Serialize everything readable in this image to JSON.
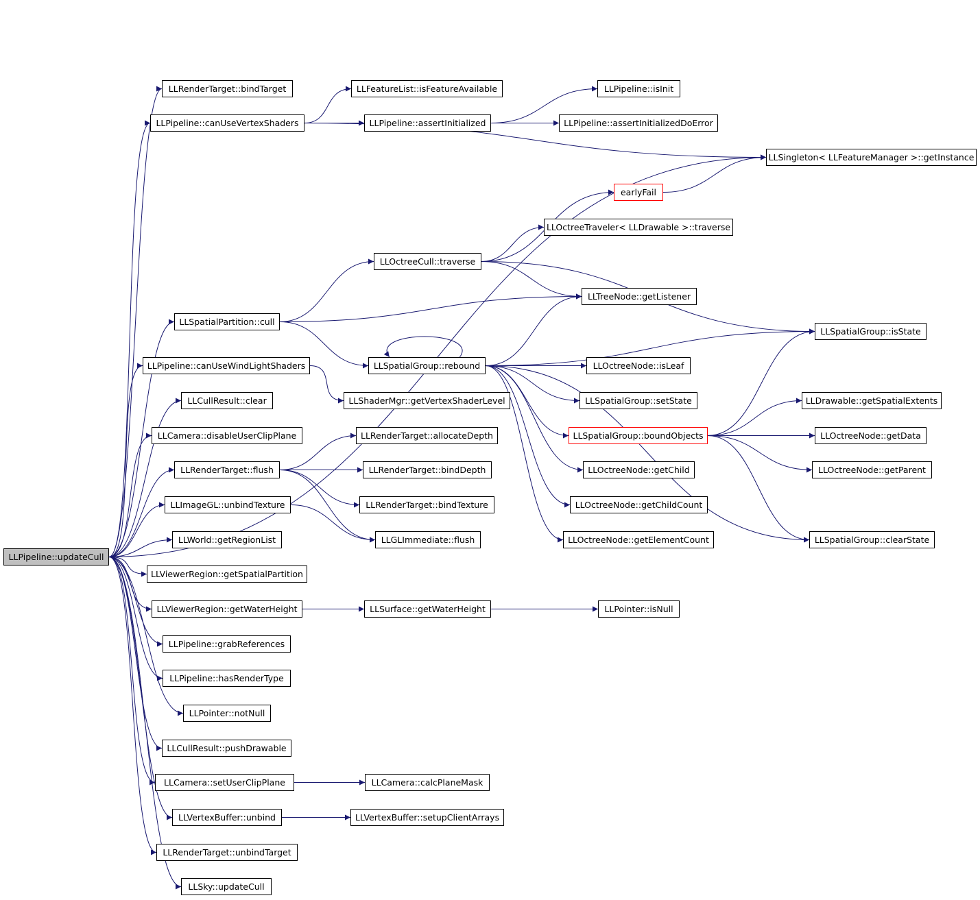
{
  "nodes": [
    {
      "id": "updateCull",
      "label": "LLPipeline::updateCull",
      "style": "root"
    },
    {
      "id": "bindTarget",
      "label": "LLRenderTarget::bindTarget"
    },
    {
      "id": "canUseVS",
      "label": "LLPipeline::canUseVertexShaders"
    },
    {
      "id": "isFeatAvail",
      "label": "LLFeatureList::isFeatureAvailable"
    },
    {
      "id": "isInit",
      "label": "LLPipeline::isInit"
    },
    {
      "id": "assertInit",
      "label": "LLPipeline::assertInitialized"
    },
    {
      "id": "assertInitErr",
      "label": "LLPipeline::assertInitializedDoError"
    },
    {
      "id": "getInstance",
      "label": "LLSingleton< LLFeatureManager >::getInstance"
    },
    {
      "id": "earlyFail",
      "label": "earlyFail",
      "style": "red"
    },
    {
      "id": "octTravTraverse",
      "label": "LLOctreeTraveler< LLDrawable >::traverse"
    },
    {
      "id": "octCullTraverse",
      "label": "LLOctreeCull::traverse"
    },
    {
      "id": "getListener",
      "label": "LLTreeNode::getListener"
    },
    {
      "id": "spCull",
      "label": "LLSpatialPartition::cull"
    },
    {
      "id": "isState",
      "label": "LLSpatialGroup::isState"
    },
    {
      "id": "canUseWL",
      "label": "LLPipeline::canUseWindLightShaders"
    },
    {
      "id": "rebound",
      "label": "LLSpatialGroup::rebound"
    },
    {
      "id": "isLeaf",
      "label": "LLOctreeNode::isLeaf"
    },
    {
      "id": "cullClear",
      "label": "LLCullResult::clear"
    },
    {
      "id": "getVSLevel",
      "label": "LLShaderMgr::getVertexShaderLevel"
    },
    {
      "id": "setState",
      "label": "LLSpatialGroup::setState"
    },
    {
      "id": "getSpatialExtents",
      "label": "LLDrawable::getSpatialExtents"
    },
    {
      "id": "disableClip",
      "label": "LLCamera::disableUserClipPlane"
    },
    {
      "id": "allocDepth",
      "label": "LLRenderTarget::allocateDepth"
    },
    {
      "id": "boundObjects",
      "label": "LLSpatialGroup::boundObjects",
      "style": "red"
    },
    {
      "id": "getData",
      "label": "LLOctreeNode::getData"
    },
    {
      "id": "rtFlush",
      "label": "LLRenderTarget::flush"
    },
    {
      "id": "bindDepth",
      "label": "LLRenderTarget::bindDepth"
    },
    {
      "id": "getChild",
      "label": "LLOctreeNode::getChild"
    },
    {
      "id": "getParent",
      "label": "LLOctreeNode::getParent"
    },
    {
      "id": "unbindTex",
      "label": "LLImageGL::unbindTexture"
    },
    {
      "id": "bindTexture",
      "label": "LLRenderTarget::bindTexture"
    },
    {
      "id": "getChildCount",
      "label": "LLOctreeNode::getChildCount"
    },
    {
      "id": "getRegionList",
      "label": "LLWorld::getRegionList"
    },
    {
      "id": "glFlush",
      "label": "LLGLImmediate::flush"
    },
    {
      "id": "getElemCount",
      "label": "LLOctreeNode::getElementCount"
    },
    {
      "id": "clearState",
      "label": "LLSpatialGroup::clearState"
    },
    {
      "id": "getSpatialPart",
      "label": "LLViewerRegion::getSpatialPartition"
    },
    {
      "id": "vrWaterHeight",
      "label": "LLViewerRegion::getWaterHeight"
    },
    {
      "id": "surfWaterHeight",
      "label": "LLSurface::getWaterHeight"
    },
    {
      "id": "ptrIsNull",
      "label": "LLPointer::isNull"
    },
    {
      "id": "grabRefs",
      "label": "LLPipeline::grabReferences"
    },
    {
      "id": "hasRenderType",
      "label": "LLPipeline::hasRenderType"
    },
    {
      "id": "notNull",
      "label": "LLPointer::notNull"
    },
    {
      "id": "pushDrawable",
      "label": "LLCullResult::pushDrawable"
    },
    {
      "id": "setClip",
      "label": "LLCamera::setUserClipPlane"
    },
    {
      "id": "calcPlaneMask",
      "label": "LLCamera::calcPlaneMask"
    },
    {
      "id": "vbUnbind",
      "label": "LLVertexBuffer::unbind"
    },
    {
      "id": "setupClient",
      "label": "LLVertexBuffer::setupClientArrays"
    },
    {
      "id": "unbindTarget",
      "label": "LLRenderTarget::unbindTarget"
    },
    {
      "id": "skyUpdateCull",
      "label": "LLSky::updateCull"
    }
  ],
  "edge_color": "#191970",
  "edges": [
    [
      "updateCull",
      "bindTarget"
    ],
    [
      "updateCull",
      "canUseVS"
    ],
    [
      "updateCull",
      "getInstance"
    ],
    [
      "updateCull",
      "spCull"
    ],
    [
      "updateCull",
      "canUseWL"
    ],
    [
      "updateCull",
      "cullClear"
    ],
    [
      "updateCull",
      "disableClip"
    ],
    [
      "updateCull",
      "rtFlush"
    ],
    [
      "updateCull",
      "unbindTex"
    ],
    [
      "updateCull",
      "getRegionList"
    ],
    [
      "updateCull",
      "getSpatialPart"
    ],
    [
      "updateCull",
      "vrWaterHeight"
    ],
    [
      "updateCull",
      "grabRefs"
    ],
    [
      "updateCull",
      "hasRenderType"
    ],
    [
      "updateCull",
      "notNull"
    ],
    [
      "updateCull",
      "pushDrawable"
    ],
    [
      "updateCull",
      "setClip"
    ],
    [
      "updateCull",
      "vbUnbind"
    ],
    [
      "updateCull",
      "unbindTarget"
    ],
    [
      "updateCull",
      "skyUpdateCull"
    ],
    [
      "canUseVS",
      "isFeatAvail"
    ],
    [
      "canUseVS",
      "getInstance"
    ],
    [
      "canUseVS",
      "assertInit"
    ],
    [
      "assertInit",
      "isInit"
    ],
    [
      "assertInit",
      "assertInitErr"
    ],
    [
      "earlyFail",
      "getInstance"
    ],
    [
      "spCull",
      "octCullTraverse"
    ],
    [
      "spCull",
      "getListener"
    ],
    [
      "spCull",
      "rebound"
    ],
    [
      "octCullTraverse",
      "earlyFail"
    ],
    [
      "octCullTraverse",
      "octTravTraverse"
    ],
    [
      "octCullTraverse",
      "getListener"
    ],
    [
      "octCullTraverse",
      "isState"
    ],
    [
      "rebound",
      "rebound"
    ],
    [
      "rebound",
      "getListener"
    ],
    [
      "rebound",
      "isState"
    ],
    [
      "rebound",
      "isLeaf"
    ],
    [
      "rebound",
      "setState"
    ],
    [
      "rebound",
      "boundObjects"
    ],
    [
      "rebound",
      "getChild"
    ],
    [
      "rebound",
      "getChildCount"
    ],
    [
      "rebound",
      "getElemCount"
    ],
    [
      "rebound",
      "clearState"
    ],
    [
      "canUseWL",
      "getVSLevel"
    ],
    [
      "boundObjects",
      "getSpatialExtents"
    ],
    [
      "boundObjects",
      "getData"
    ],
    [
      "boundObjects",
      "getParent"
    ],
    [
      "boundObjects",
      "isState"
    ],
    [
      "boundObjects",
      "clearState"
    ],
    [
      "rtFlush",
      "allocDepth"
    ],
    [
      "rtFlush",
      "bindDepth"
    ],
    [
      "rtFlush",
      "bindTexture"
    ],
    [
      "rtFlush",
      "glFlush"
    ],
    [
      "unbindTex",
      "glFlush"
    ],
    [
      "vrWaterHeight",
      "surfWaterHeight"
    ],
    [
      "surfWaterHeight",
      "ptrIsNull"
    ],
    [
      "setClip",
      "calcPlaneMask"
    ],
    [
      "vbUnbind",
      "setupClient"
    ]
  ]
}
